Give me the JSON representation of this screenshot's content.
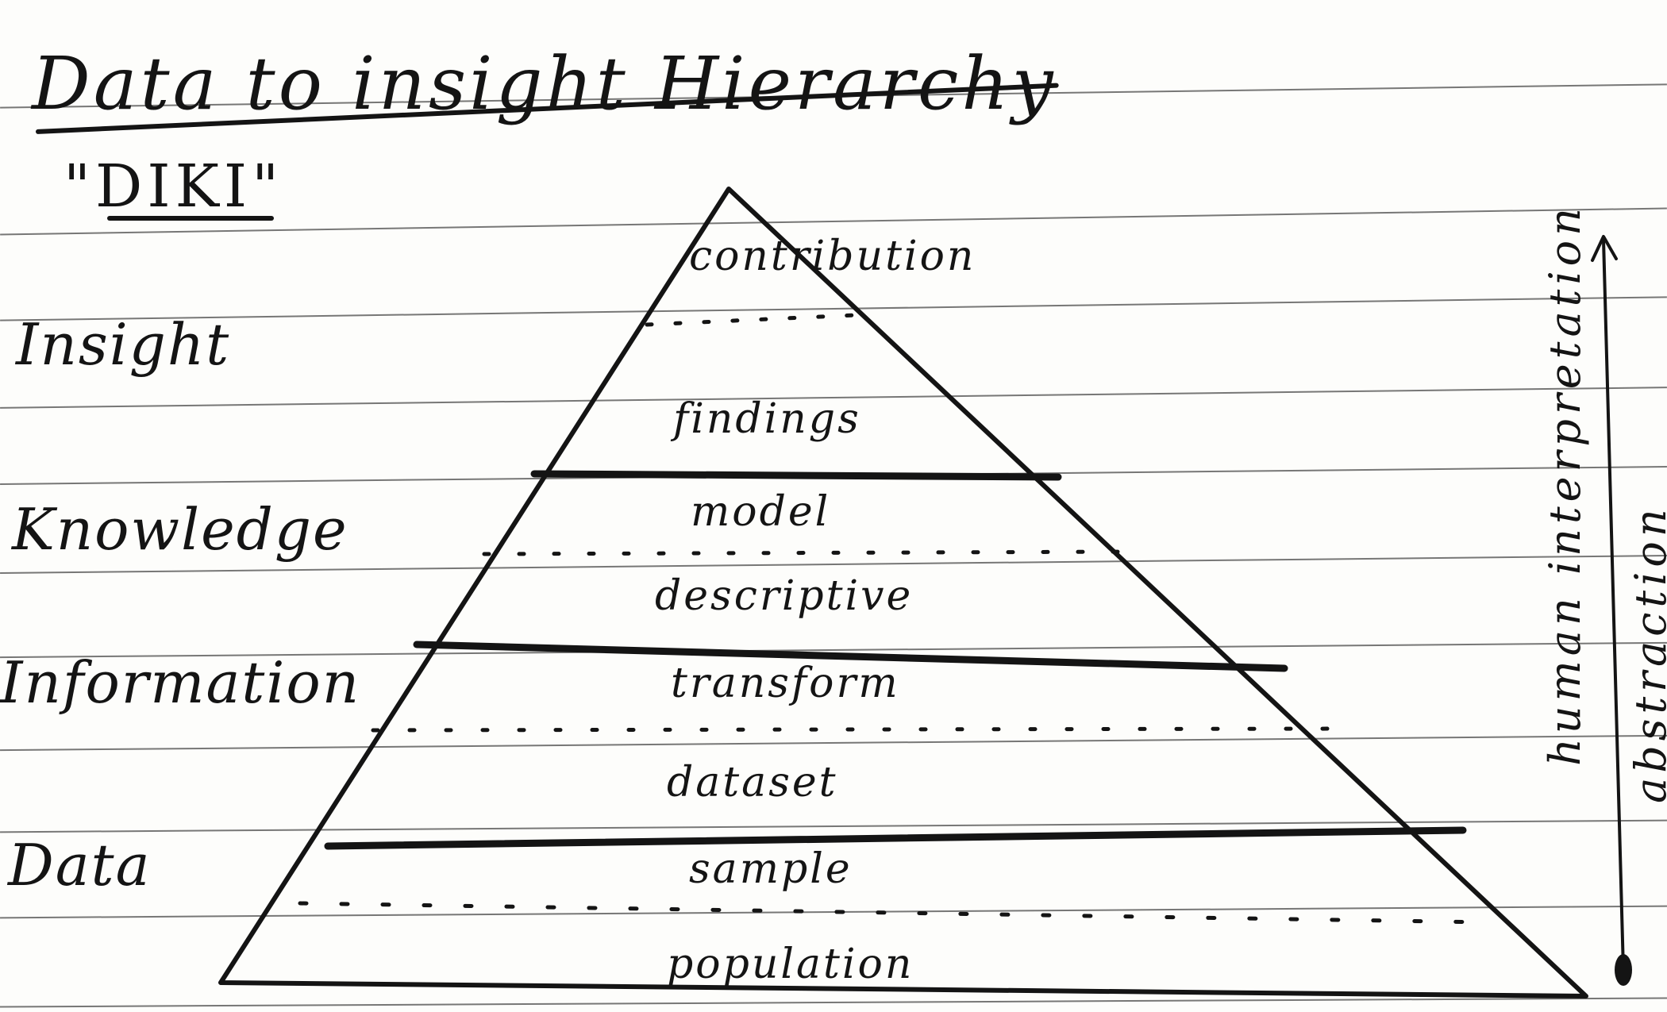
{
  "title": "Data to insight Hierarchy",
  "subtitle": "\"DIKI\"",
  "levels": {
    "insight": "Insight",
    "knowledge": "Knowledge",
    "information": "Information",
    "data": "Data"
  },
  "tiers": {
    "contribution": "contribution",
    "findings": "findings",
    "model": "model",
    "descriptive": "descriptive",
    "transform": "transform",
    "dataset": "dataset",
    "sample": "sample",
    "population": "population"
  },
  "axis": {
    "human_interpretation": "human interpretation",
    "abstraction": "abstraction"
  }
}
